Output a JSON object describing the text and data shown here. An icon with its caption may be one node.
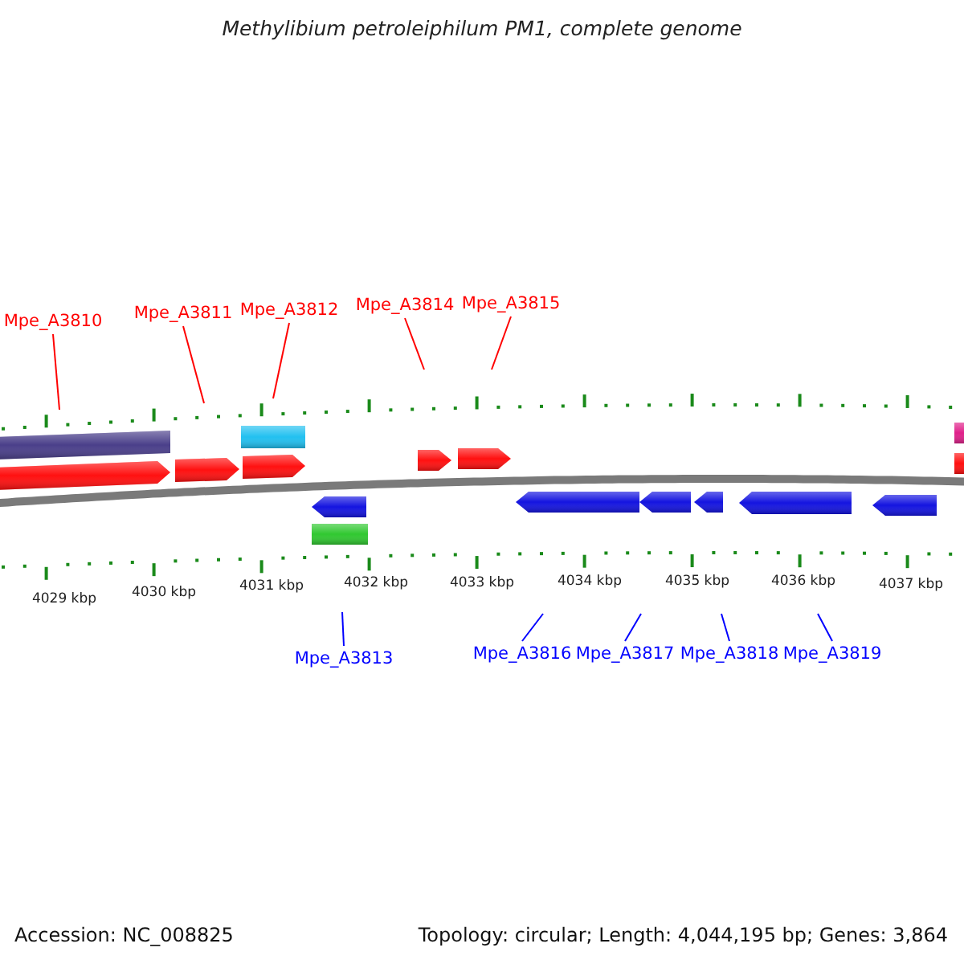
{
  "diagram": {
    "title": "Methylibium petroleiphilum PM1, complete genome",
    "nodes": [
      {
        "text": [
          "Mpe_A3810"
        ]
      },
      {
        "text": [
          "Mpe_A3811"
        ]
      },
      {
        "text": [
          "Mpe_A3812"
        ]
      },
      {
        "text": [
          "Mpe_A3814"
        ]
      },
      {
        "text": [
          "Mpe_A3815"
        ]
      },
      {
        "text": [
          "Mpe_A3813"
        ]
      },
      {
        "text": [
          "Mpe_A3816"
        ]
      },
      {
        "text": [
          "Mpe_A3817"
        ]
      },
      {
        "text": [
          "Mpe_A3818"
        ]
      },
      {
        "text": [
          "Mpe_A3819"
        ]
      }
    ],
    "edges": [
      {
        "from": 0,
        "to": null,
        "arrow": "none",
        "color": "#ff0000"
      },
      {
        "from": 1,
        "to": null,
        "arrow": "none",
        "color": "#ff0000"
      },
      {
        "from": 2,
        "to": null,
        "arrow": "none",
        "color": "#ff0000"
      },
      {
        "from": 3,
        "to": null,
        "arrow": "none",
        "color": "#ff0000"
      },
      {
        "from": 4,
        "to": null,
        "arrow": "none",
        "color": "#ff0000"
      },
      {
        "from": 5,
        "to": null,
        "arrow": "none",
        "color": "#0000ff"
      },
      {
        "from": 6,
        "to": null,
        "arrow": "none",
        "color": "#0000ff"
      },
      {
        "from": 7,
        "to": null,
        "arrow": "none",
        "color": "#0000ff"
      },
      {
        "from": 8,
        "to": null,
        "arrow": "none",
        "color": "#0000ff"
      },
      {
        "from": 9,
        "to": null,
        "arrow": "none",
        "color": "#0000ff"
      }
    ],
    "labels": [
      "4029 kbp",
      "4030 kbp",
      "4031 kbp",
      "4032 kbp",
      "4033 kbp",
      "4034 kbp",
      "4035 kbp",
      "4036 kbp",
      "4037 kbp",
      "Accession: NC_008825",
      "Topology: circular; Length: 4,044,195 bp; Genes: 3,864"
    ]
  }
}
